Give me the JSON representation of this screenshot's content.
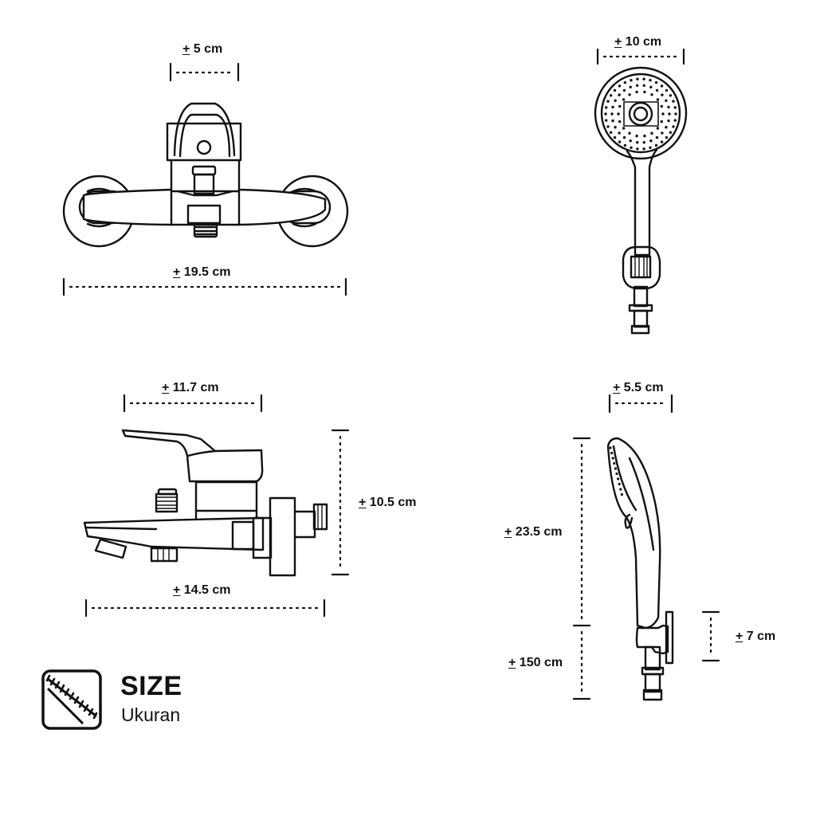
{
  "dimensions": {
    "mixer_top_width": {
      "sym": "+",
      "text": " 5 cm"
    },
    "mixer_total_width": {
      "sym": "+",
      "text": " 19.5 cm"
    },
    "mixer_side_width": {
      "sym": "+",
      "text": " 11.7 cm"
    },
    "mixer_side_height": {
      "sym": "+",
      "text": " 10.5 cm"
    },
    "mixer_side_length": {
      "sym": "+",
      "text": " 14.5 cm"
    },
    "head_front_width": {
      "sym": "+",
      "text": " 10 cm"
    },
    "head_side_width": {
      "sym": "+",
      "text": " 5.5 cm"
    },
    "handset_length": {
      "sym": "+",
      "text": " 23.5 cm"
    },
    "hose_length": {
      "sym": "+",
      "text": " 150 cm"
    },
    "holder_height": {
      "sym": "+",
      "text": " 7 cm"
    }
  },
  "legend": {
    "icon": "ruler-icon",
    "title": "SIZE",
    "subtitle": "Ukuran"
  },
  "colors": {
    "line": "#111111",
    "background": "#ffffff"
  }
}
